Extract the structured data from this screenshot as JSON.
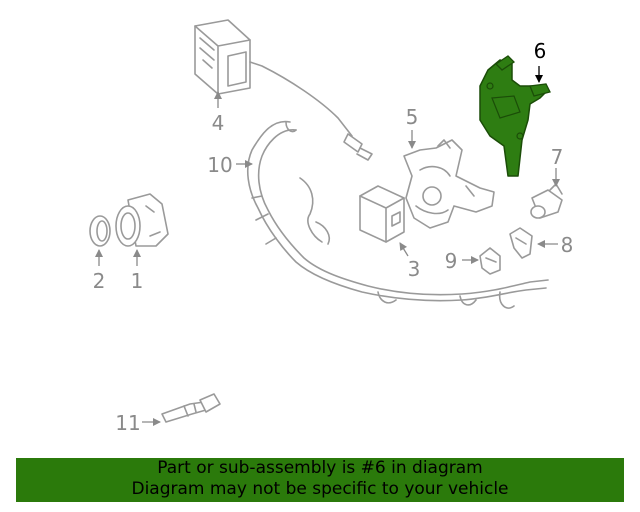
{
  "colors": {
    "highlight_part": "#2e7d12",
    "banner_bg": "#2b7a0b",
    "part_line": "#9a9a9a",
    "callout_text": "#8a8a8a",
    "highlight_callout": "#000000"
  },
  "callouts": [
    "1",
    "2",
    "3",
    "4",
    "5",
    "6",
    "7",
    "8",
    "9",
    "10",
    "11"
  ],
  "highlighted_callout": "6",
  "banner": {
    "line1": "Part or sub-assembly is #6 in diagram",
    "line2": "Diagram may not be specific to your vehicle"
  }
}
